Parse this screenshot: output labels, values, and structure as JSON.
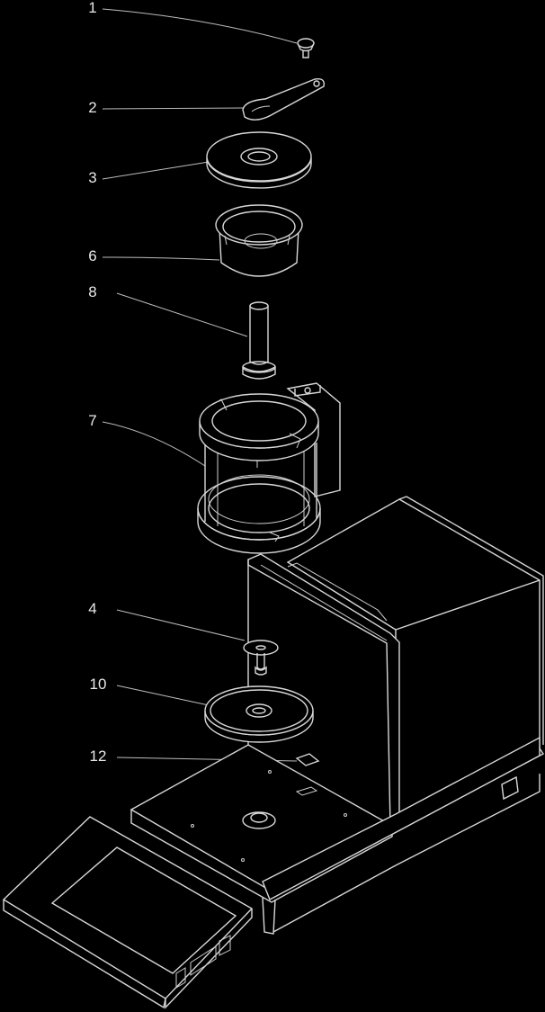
{
  "diagram": {
    "callouts": [
      {
        "id": "c1",
        "label": "1",
        "part": "pin-cap"
      },
      {
        "id": "c2",
        "label": "2",
        "part": "spoon"
      },
      {
        "id": "c3",
        "label": "3",
        "part": "top-cover-disc"
      },
      {
        "id": "c6",
        "label": "6",
        "part": "cup"
      },
      {
        "id": "c8",
        "label": "8",
        "part": "shaft"
      },
      {
        "id": "c7",
        "label": "7",
        "part": "draft-shield"
      },
      {
        "id": "c4",
        "label": "4",
        "part": "small-pan"
      },
      {
        "id": "c10",
        "label": "10",
        "part": "pan-disc"
      },
      {
        "id": "c12",
        "label": "12",
        "part": "clip"
      }
    ]
  }
}
